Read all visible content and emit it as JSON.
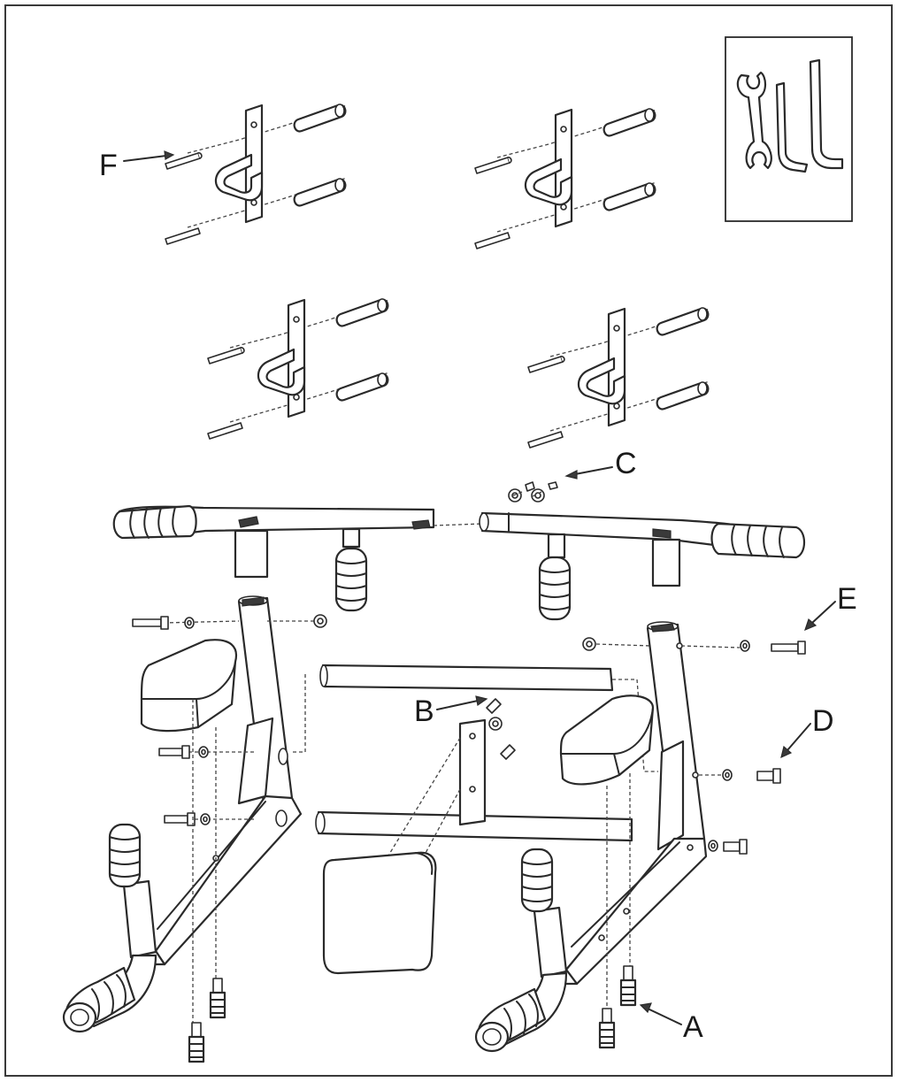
{
  "labels": {
    "A": "A",
    "B": "B",
    "C": "C",
    "D": "D",
    "E": "E",
    "F": "F"
  }
}
